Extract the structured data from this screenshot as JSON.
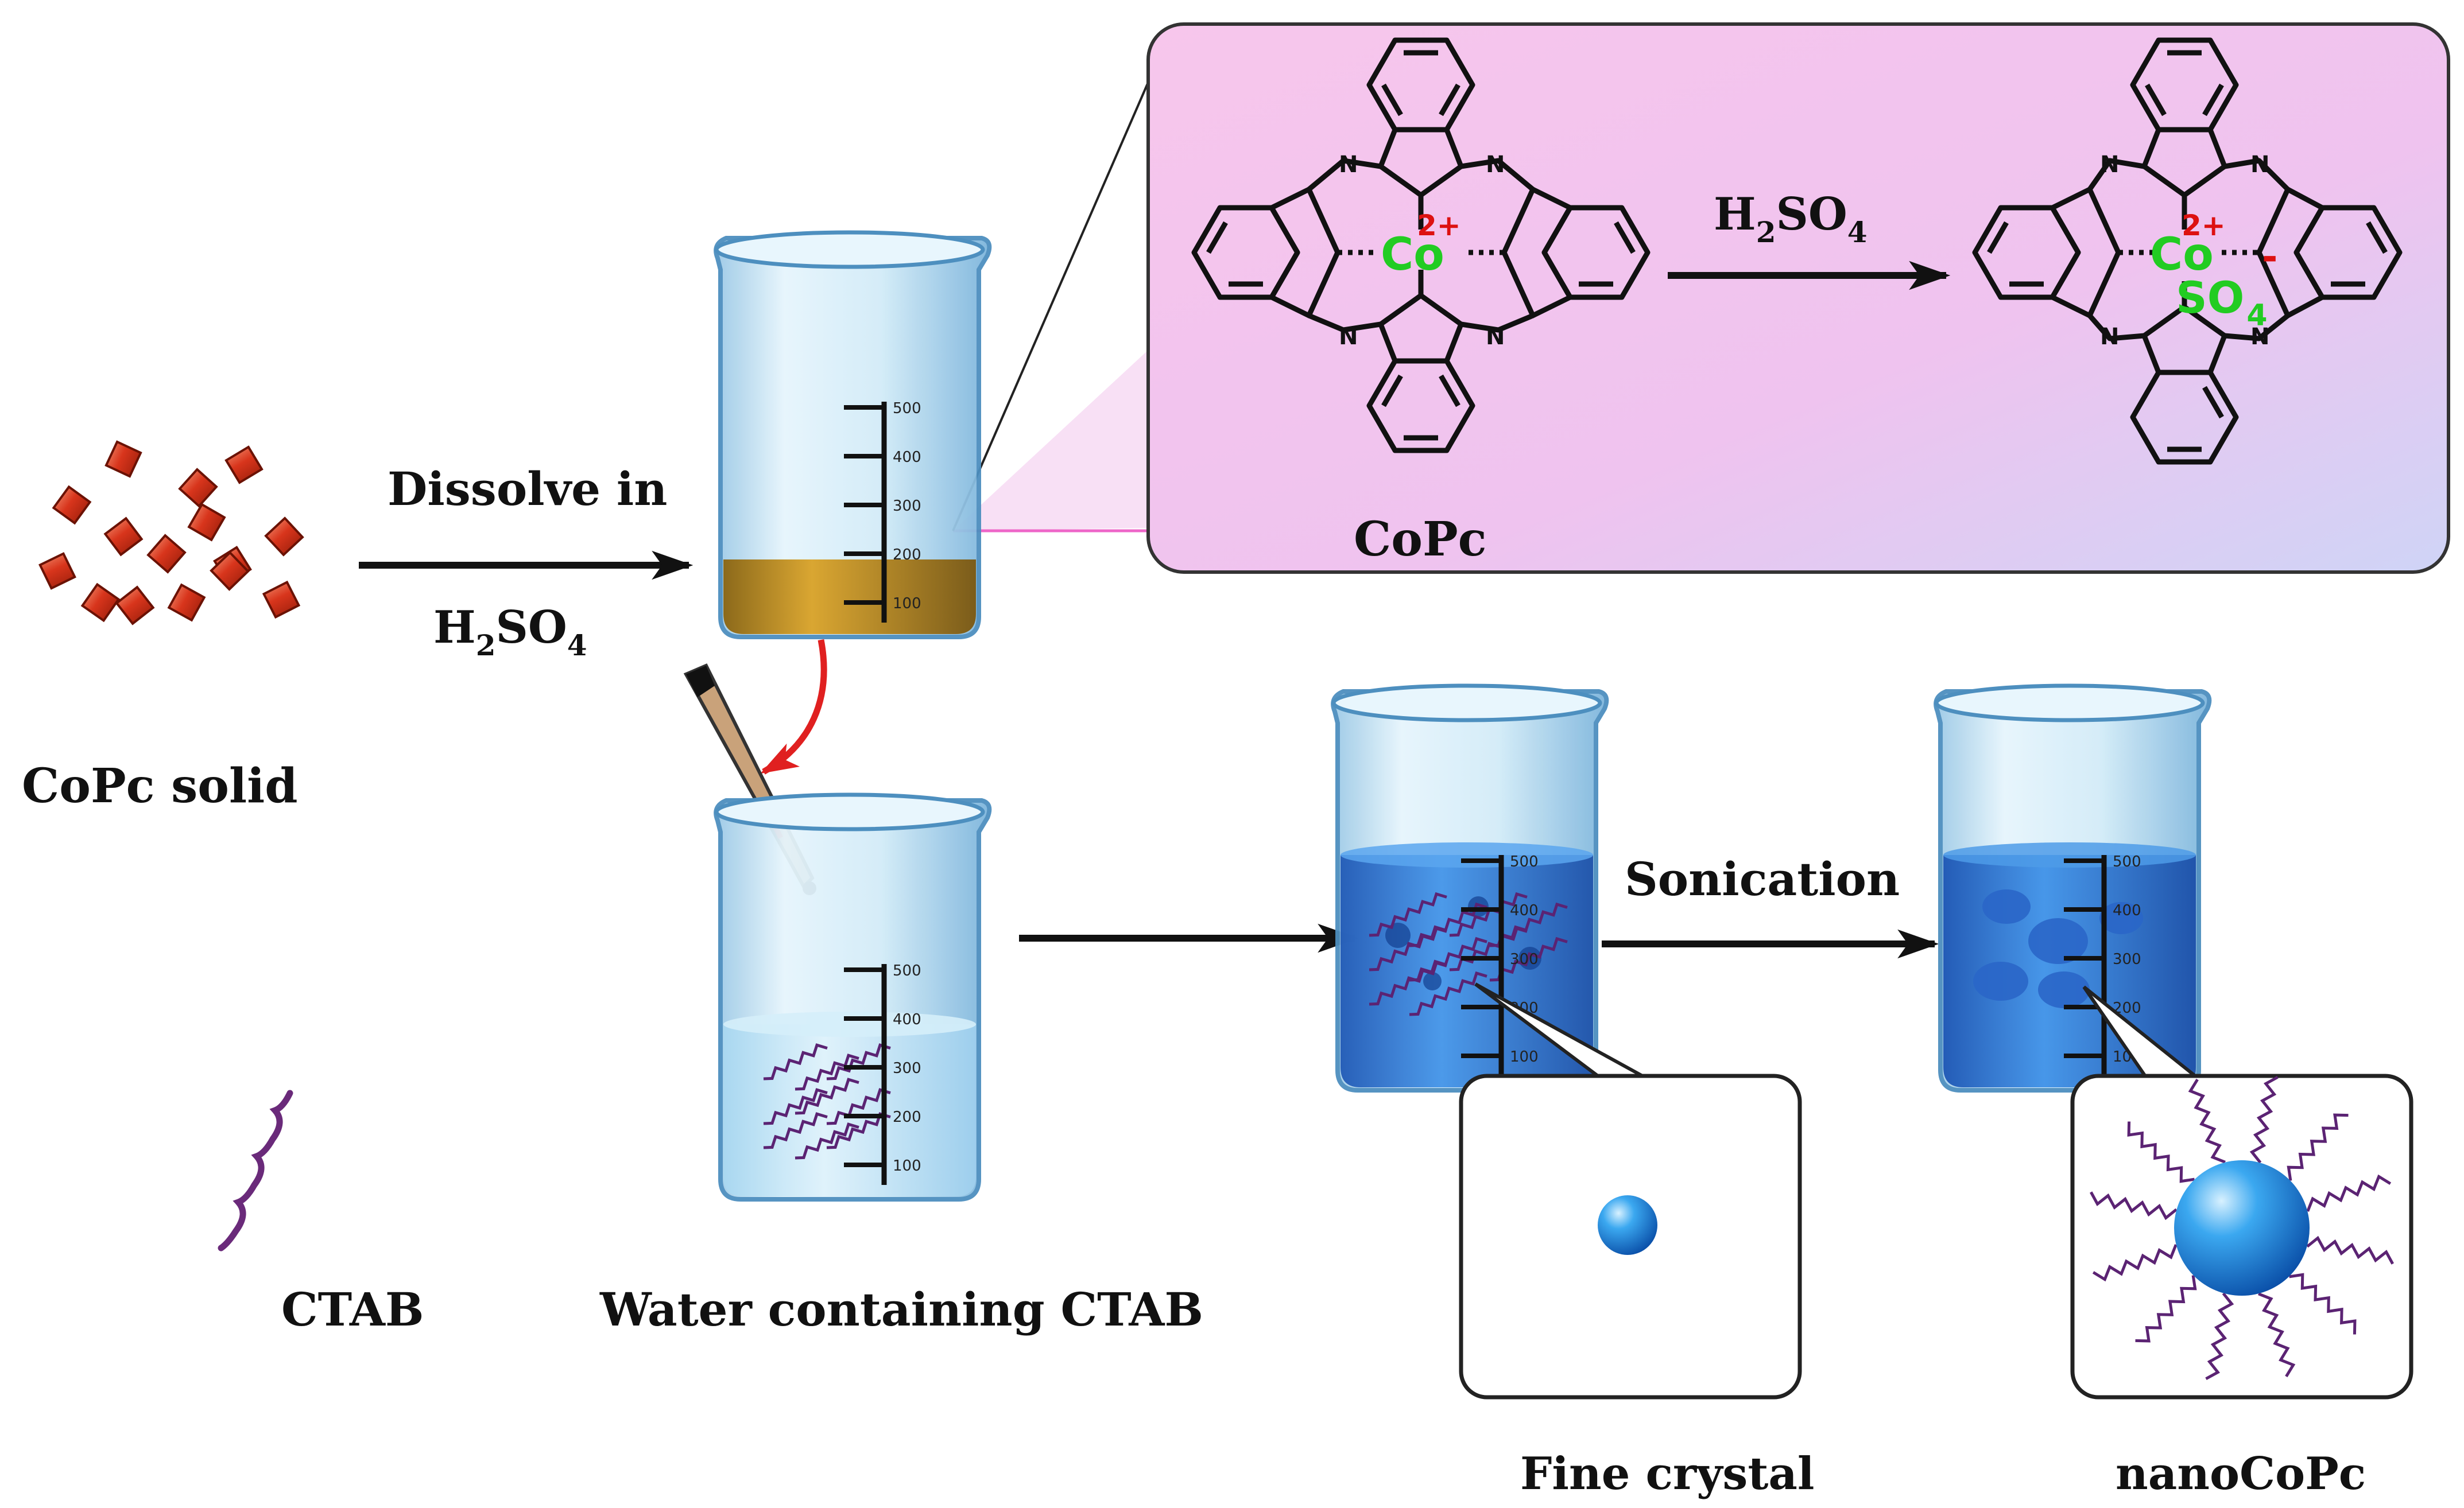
{
  "labels": {
    "copc_solid": "CoPc solid",
    "dissolve_in": "Dissolve in",
    "h2so4_bottom_H": "H",
    "h2so4_bottom_2": "2",
    "h2so4_bottom_SO": "SO",
    "h2so4_bottom_4": "4",
    "copc": "CoPc",
    "h2so4_top_H": "H",
    "h2so4_top_2": "2",
    "h2so4_top_SO": "SO",
    "h2so4_top_4": "4",
    "sonication": "Sonication",
    "ctab": "CTAB",
    "water_ctab": "Water containing CTAB",
    "fine_crystal": "Fine crystal",
    "nanocopc": "nanoCoPc"
  },
  "molecule_left": {
    "metal": "Co",
    "charge": "2+",
    "nitrogen": "N"
  },
  "molecule_right": {
    "metal": "Co",
    "charge": "2+",
    "minus": "-",
    "sulfate": "SO",
    "sulfate_sub": "4",
    "nitrogen": "N"
  },
  "beaker_scale": [
    "500",
    "400",
    "300",
    "200",
    "100"
  ],
  "colors": {
    "inset_bg": "#f4c8ee",
    "crystal": "#d8351c",
    "acid_solution": "#b8860b",
    "water": "#bfe4f7",
    "blue_solution": "#2a7ad6",
    "ctab": "#6a2a7a",
    "callout_arrow": "#e02020",
    "ion_label": "#22cc22",
    "charge_label": "#dd1111"
  }
}
